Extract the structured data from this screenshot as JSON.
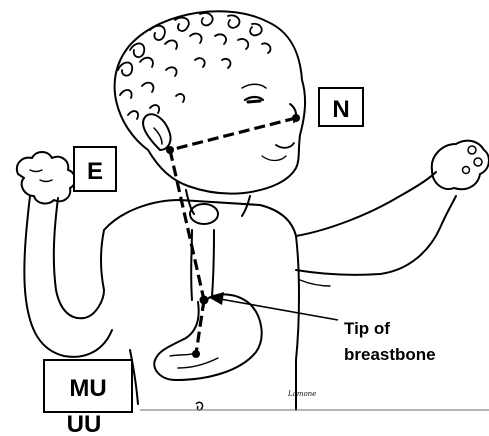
{
  "labels": {
    "nose": "N",
    "ear": "E",
    "midpoint_line1": "MU",
    "midpoint_line2": "UU",
    "callout_line1": "Tip of",
    "callout_line2": "breastbone"
  },
  "signature": "Lamone",
  "colors": {
    "ink": "#000000",
    "paper": "#ffffff",
    "rule": "#8a8a8a"
  }
}
